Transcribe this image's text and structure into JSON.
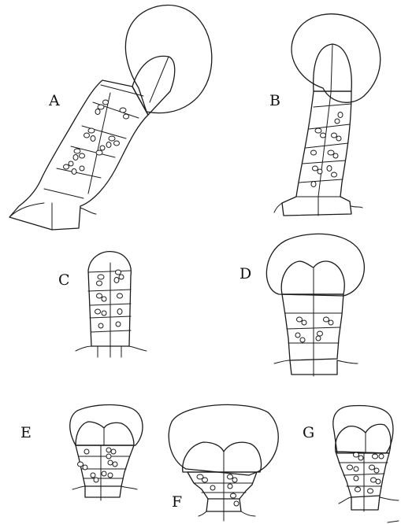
{
  "panels": [
    {
      "id": "A",
      "label": "A"
    },
    {
      "id": "B",
      "label": "B"
    },
    {
      "id": "C",
      "label": "C"
    },
    {
      "id": "D",
      "label": "D"
    },
    {
      "id": "E",
      "label": "E"
    },
    {
      "id": "F",
      "label": "F"
    },
    {
      "id": "G",
      "label": "G"
    }
  ]
}
